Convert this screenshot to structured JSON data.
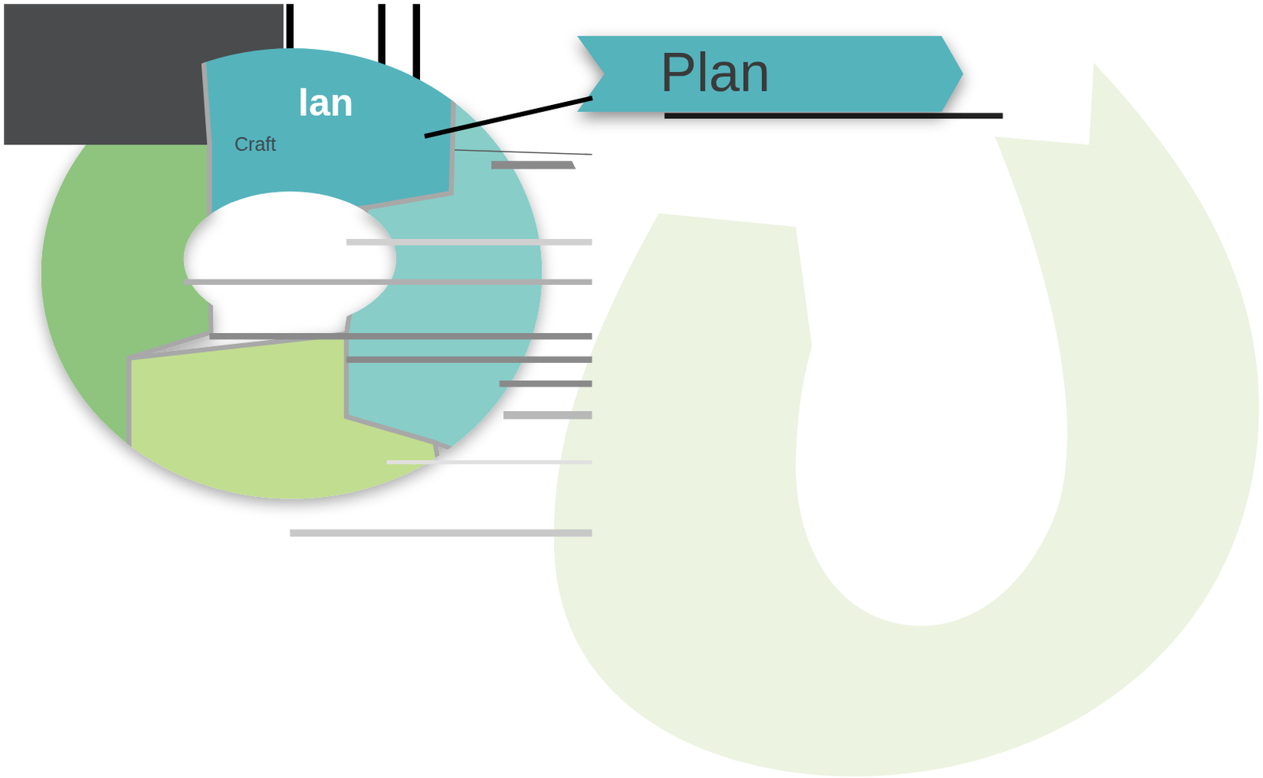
{
  "diagram": {
    "nodes": [
      {
        "text": [
          "lan",
          "Craft"
        ]
      },
      {
        "text": [
          "Plan"
        ]
      }
    ],
    "edges": [
      {
        "from": 0,
        "to": 1,
        "arrow": "none"
      }
    ]
  }
}
